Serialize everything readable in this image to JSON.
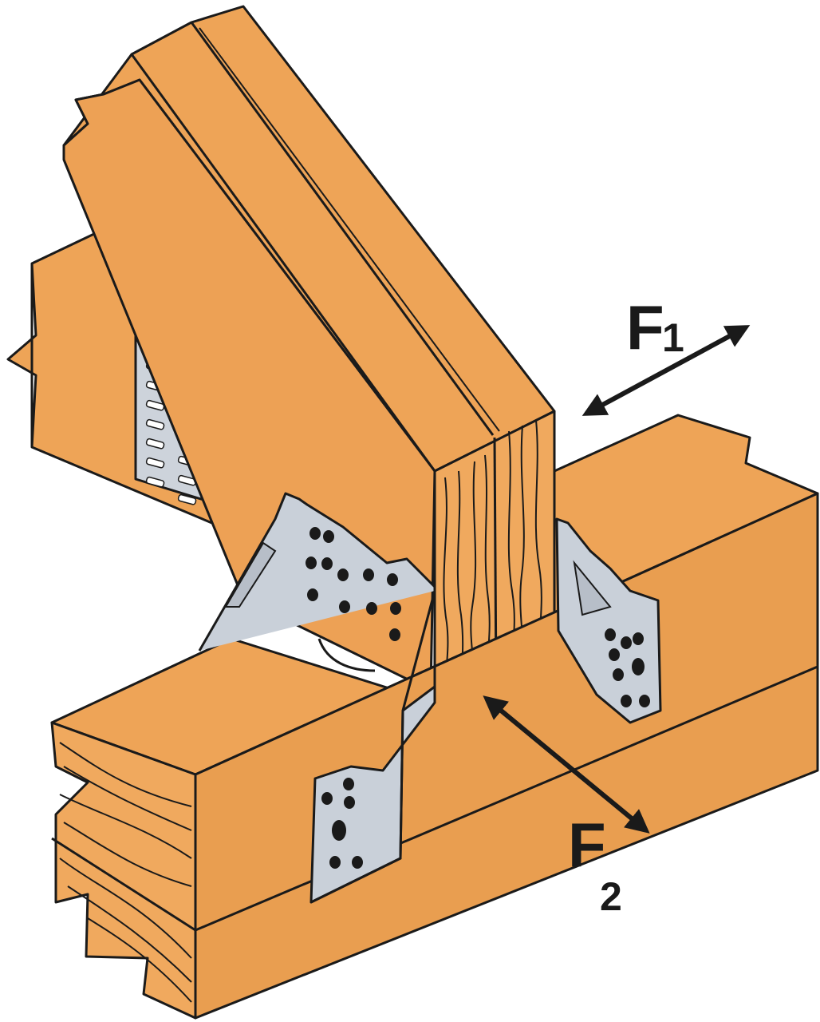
{
  "colors": {
    "wood": "#EEA457",
    "wood_side": "#E69A4C",
    "wood_end": "#F0A95E",
    "steel": "#C9D0D9",
    "steel_dark": "#AEB6C0",
    "outline": "#1a1a1a"
  },
  "labels": {
    "f1_main": "F",
    "f1_sub": "1",
    "f2_main": "F",
    "f2_sub": "2"
  },
  "arrows": [
    {
      "name": "f1-arrow",
      "direction": "double-headed"
    },
    {
      "name": "f2-arrow",
      "direction": "double-headed"
    }
  ],
  "components": [
    "truss-plate",
    "left-hurricane-tie",
    "right-hurricane-tie",
    "rafter",
    "top-plate"
  ]
}
